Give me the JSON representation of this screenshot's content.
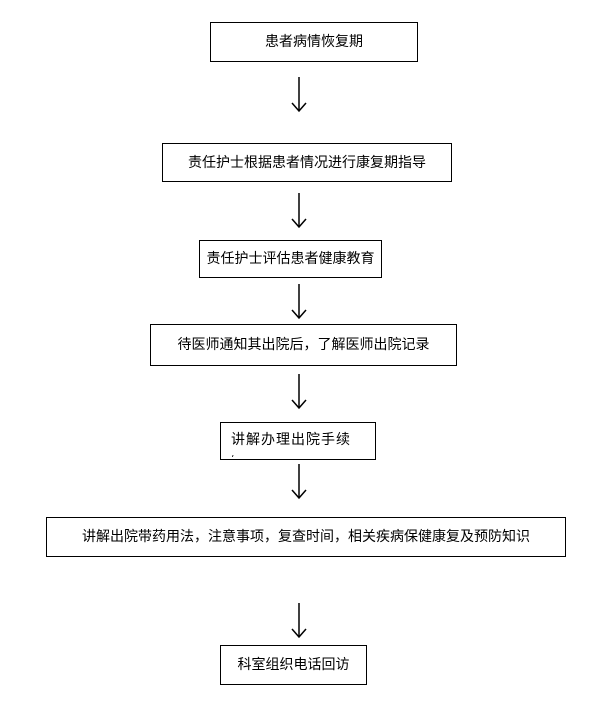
{
  "flowchart": {
    "steps": [
      {
        "label": "患者病情恢复期"
      },
      {
        "label": "责任护士根据患者情况进行康复期指导"
      },
      {
        "label": "责任护士评估患者健康教育"
      },
      {
        "label": "待医师通知其出院后，了解医师出院记录"
      },
      {
        "label": "讲解办理出院手续"
      },
      {
        "label": "讲解出院带药用法，注意事项，复查时间，相关疾病保健康复及预防知识"
      },
      {
        "label": "科室组织电话回访"
      }
    ],
    "clipped_fragment": "/-"
  }
}
